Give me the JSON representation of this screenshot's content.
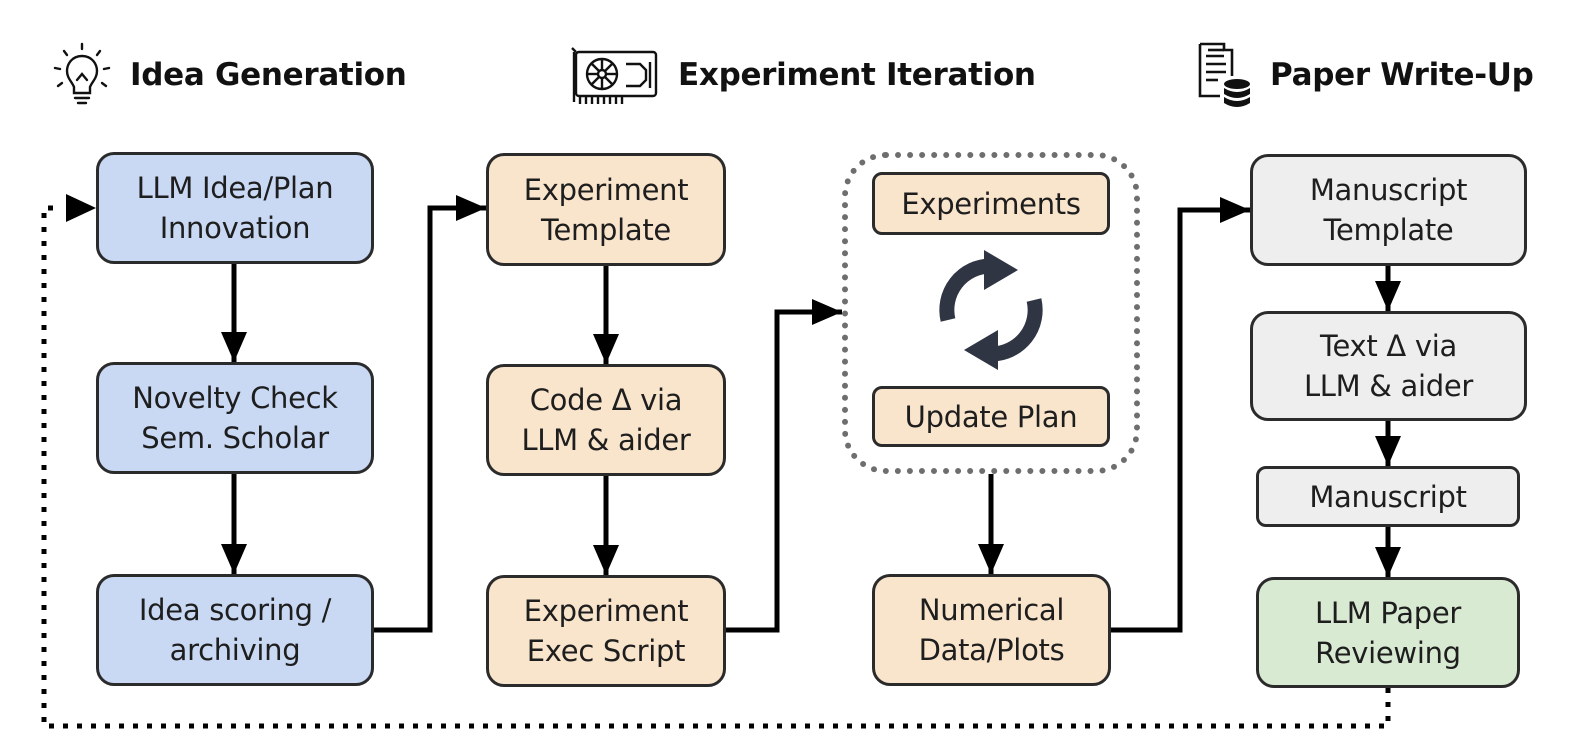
{
  "headers": {
    "idea": {
      "title": "Idea Generation",
      "icon": "lightbulb-icon"
    },
    "experiment": {
      "title": "Experiment Iteration",
      "icon": "gpu-card-icon"
    },
    "paper": {
      "title": "Paper Write-Up",
      "icon": "document-database-icon"
    }
  },
  "nodes": {
    "llm_idea": {
      "line1": "LLM Idea/Plan",
      "line2": "Innovation"
    },
    "novelty": {
      "line1": "Novelty Check",
      "line2": "Sem. Scholar"
    },
    "scoring": {
      "line1": "Idea scoring /",
      "line2": "archiving"
    },
    "exp_template": {
      "line1": "Experiment",
      "line2": "Template"
    },
    "code_delta": {
      "line1": "Code Δ via",
      "line2": "LLM & aider"
    },
    "exec_script": {
      "line1": "Experiment",
      "line2": "Exec Script"
    },
    "experiments": {
      "line1": "Experiments"
    },
    "update_plan": {
      "line1": "Update Plan"
    },
    "numerical": {
      "line1": "Numerical",
      "line2": "Data/Plots"
    },
    "ms_template": {
      "line1": "Manuscript",
      "line2": "Template"
    },
    "text_delta": {
      "line1": "Text Δ via",
      "line2": "LLM & aider"
    },
    "manuscript": {
      "line1": "Manuscript"
    },
    "review": {
      "line1": "LLM Paper",
      "line2": "Reviewing"
    }
  },
  "loop_icon": "refresh-cycle-icon",
  "colors": {
    "idea": "#c9d9f4",
    "experiment": "#f9e4cc",
    "paper": "#eeeeee",
    "review": "#d9ead3",
    "border": "#2b2b2b",
    "cycle_icon": "#2f3542"
  }
}
